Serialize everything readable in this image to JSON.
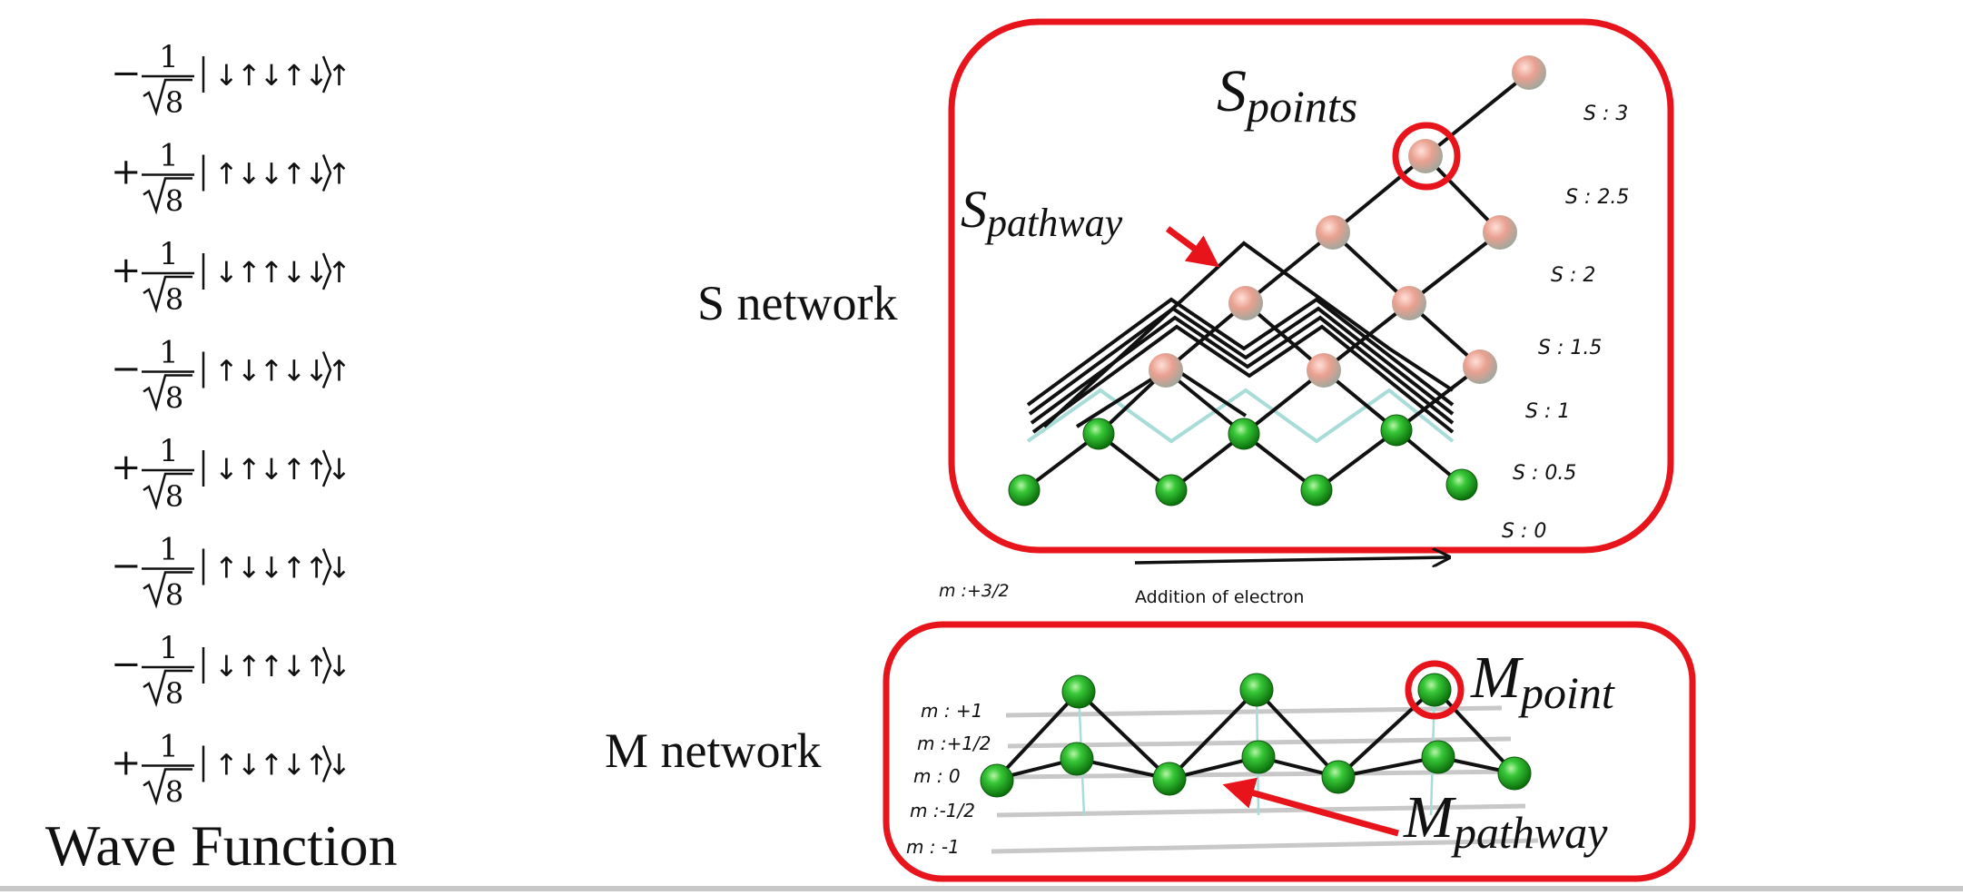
{
  "wave_function": {
    "title": "Wave Function",
    "numerator": "1",
    "denominator": "8",
    "terms": [
      {
        "sign": "−",
        "ket": "↓↑↓↑↓↑"
      },
      {
        "sign": "+",
        "ket": "↑↓↓↑↓↑"
      },
      {
        "sign": "+",
        "ket": "↓↑↑↓↓↑"
      },
      {
        "sign": "−",
        "ket": "↑↓↑↓↓↑"
      },
      {
        "sign": "+",
        "ket": "↓↑↓↑↑↓"
      },
      {
        "sign": "−",
        "ket": "↑↓↓↑↑↓"
      },
      {
        "sign": "−",
        "ket": "↓↑↑↓↑↓"
      },
      {
        "sign": "+",
        "ket": "↑↓↑↓↑↓"
      }
    ]
  },
  "s_network": {
    "label": "S network",
    "points_label_main": "S",
    "points_label_sub": "points",
    "pathway_label_main": "S",
    "pathway_label_sub": "pathway",
    "levels": [
      "S : 3",
      "S : 2.5",
      "S : 2",
      "S : 1.5",
      "S : 1",
      "S : 0.5",
      "S : 0"
    ],
    "axis_label": "Addition of electron",
    "m_annotation": "m :+3/2"
  },
  "m_network": {
    "label": "M network",
    "point_label_main": "M",
    "point_label_sub": "point",
    "pathway_label_main": "M",
    "pathway_label_sub": "pathway",
    "levels": [
      "m :  +1",
      "m :+1/2",
      "m :   0",
      "m :-1/2",
      "m :  -1"
    ]
  },
  "colors": {
    "highlight": "#e8141c",
    "path": "#111111",
    "faint_path": "#a8dcd8",
    "green_node": "#1faa1f",
    "red_node": "#e69a8a",
    "grid_line": "#c8c8c8"
  }
}
